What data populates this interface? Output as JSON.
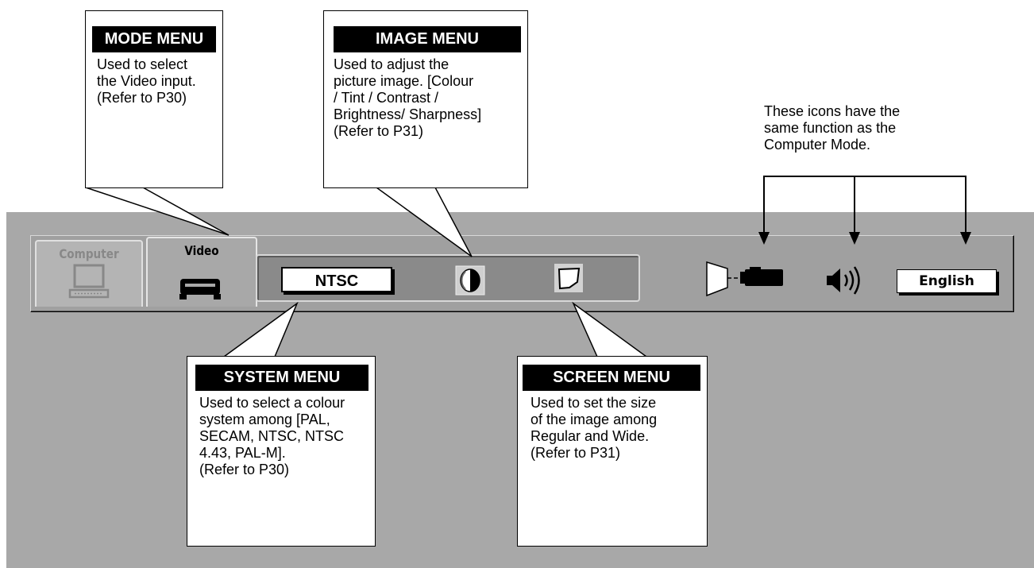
{
  "callouts": {
    "mode": {
      "title": "MODE MENU",
      "lines": [
        "Used to select",
        "the Video input.",
        "(Refer to P30)"
      ]
    },
    "image": {
      "title": "IMAGE MENU",
      "lines": [
        "Used to adjust the",
        "picture image.  [Colour",
        "/ Tint / Contrast /",
        "Brightness/ Sharpness]",
        "(Refer to P31)"
      ]
    },
    "system": {
      "title": "SYSTEM MENU",
      "lines": [
        "Used to select a colour",
        "system among [PAL,",
        "SECAM, NTSC, NTSC",
        "4.43, PAL-M].",
        "(Refer to P30)"
      ]
    },
    "screen": {
      "title": "SCREEN MENU",
      "lines": [
        "Used to set the size",
        "of the image among",
        "Regular and Wide.",
        "(Refer to P31)"
      ]
    }
  },
  "note": {
    "lines": [
      "These icons have the",
      "same function as the",
      "Computer Mode."
    ]
  },
  "menubar": {
    "tabs": {
      "computer": "Computer",
      "video": "Video"
    },
    "system_value": "NTSC",
    "language": "English",
    "icons": [
      "computer-icon",
      "vcr-icon",
      "image-adjust-icon",
      "screen-size-icon",
      "projector-icon",
      "speaker-icon"
    ]
  }
}
